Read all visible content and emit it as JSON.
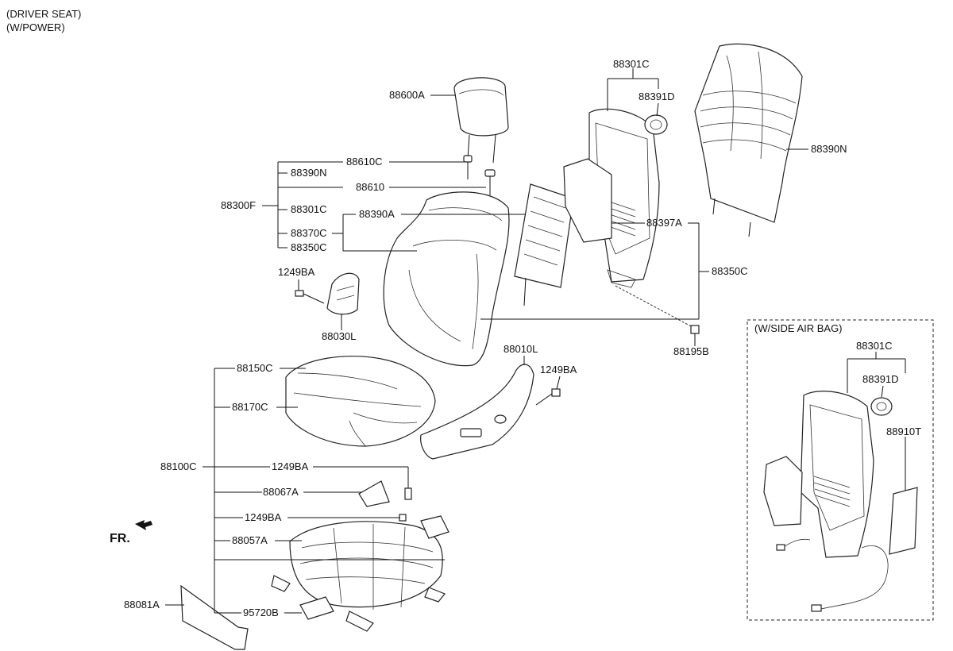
{
  "header": {
    "line1": "(DRIVER SEAT)",
    "line2": "(W/POWER)"
  },
  "inset": {
    "title": "(W/SIDE AIR BAG)"
  },
  "direction": {
    "label": "FR."
  },
  "labels": {
    "p88301C": "88301C",
    "p88391D": "88391D",
    "p88390N_r": "88390N",
    "p88600A": "88600A",
    "p88610C": "88610C",
    "p88390N": "88390N",
    "p88610": "88610",
    "p88300F": "88300F",
    "p88301C_b": "88301C",
    "p88390A": "88390A",
    "p88397A": "88397A",
    "p88370C": "88370C",
    "p88350C": "88350C",
    "p88350C_r": "88350C",
    "p1249BA_a": "1249BA",
    "p88030L": "88030L",
    "p88195B": "88195B",
    "p88010L": "88010L",
    "p1249BA_b": "1249BA",
    "p88150C": "88150C",
    "p88170C": "88170C",
    "p88100C": "88100C",
    "p1249BA_c": "1249BA",
    "p88067A": "88067A",
    "p1249BA_d": "1249BA",
    "p88057A": "88057A",
    "p88081A": "88081A",
    "p95720B": "95720B",
    "i88301C": "88301C",
    "i88391D": "88391D",
    "i88910T": "88910T"
  }
}
